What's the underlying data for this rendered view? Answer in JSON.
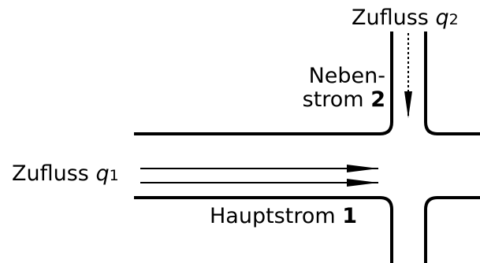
{
  "labels": {
    "inflow_q2_word": "Zufluss",
    "inflow_q2_symbol": "q",
    "inflow_q2_subscript": "2",
    "side_stream_line1": "Neben-",
    "side_stream_line2_word": "strom",
    "side_stream_number": "2",
    "inflow_q1_word": "Zufluss",
    "inflow_q1_symbol": "q",
    "inflow_q1_subscript": "1",
    "main_stream_word": "Hauptstrom",
    "main_stream_number": "1"
  },
  "colors": {
    "stroke": "#000000",
    "background": "#ffffff"
  }
}
